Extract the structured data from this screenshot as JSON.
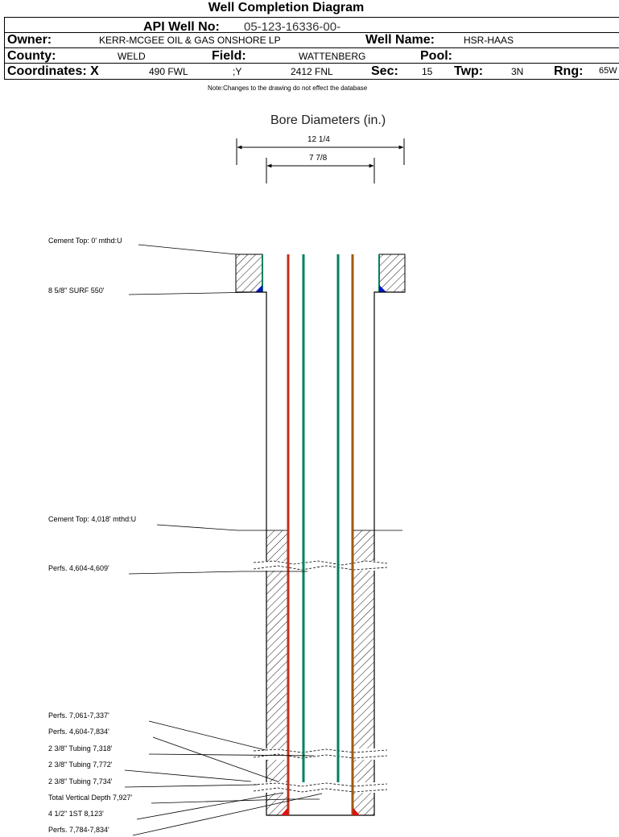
{
  "title": "Well Completion Diagram",
  "api": {
    "label": "API Well No:",
    "value": "05-123-16336-00-"
  },
  "owner": {
    "label": "Owner:",
    "value": "KERR-MCGEE OIL & GAS ONSHORE LP"
  },
  "well_name": {
    "label": "Well Name:",
    "value": "HSR-HAAS"
  },
  "county": {
    "label": "County:",
    "value": "WELD"
  },
  "field": {
    "label": "Field:",
    "value": "WATTENBERG"
  },
  "pool": {
    "label": "Pool:",
    "value": ""
  },
  "coordinates": {
    "label": "Coordinates: X",
    "x_value": "490 FWL",
    "y_label": ";Y",
    "y_value": "2412 FNL"
  },
  "sec": {
    "label": "Sec:",
    "value": "15"
  },
  "twp": {
    "label": "Twp:",
    "value": "3N"
  },
  "rng": {
    "label": "Rng:",
    "value": "65W"
  },
  "note": "Note:Changes to the drawing do not effect the database",
  "bore_title": "Bore Diameters (in.)",
  "bore_dims": [
    "12 1/4",
    "7 7/8"
  ],
  "callouts": [
    "Cement Top: 0' mthd:U",
    "8 5/8\" SURF       550'",
    "Cement Top: 4,018' mthd:U",
    "Perfs. 4,604-4,609'",
    "Perfs. 7,061-7,337'",
    "Perfs. 4,604-7,834'",
    "2 3/8\" Tubing 7,318'",
    "2 3/8\" Tubing 7,772'",
    "2 3/8\" Tubing 7,734'",
    "Total Vertical Depth 7,927'",
    "4 1/2\" 1ST        8,123'",
    "Perfs. 7,784-7,834'"
  ],
  "colors": {
    "tubing_red": "#c0301c",
    "tubing_green": "#008060",
    "tubing_brown": "#a05a10",
    "shoe_blue": "#0018c8",
    "shoe_red": "#e01010"
  }
}
